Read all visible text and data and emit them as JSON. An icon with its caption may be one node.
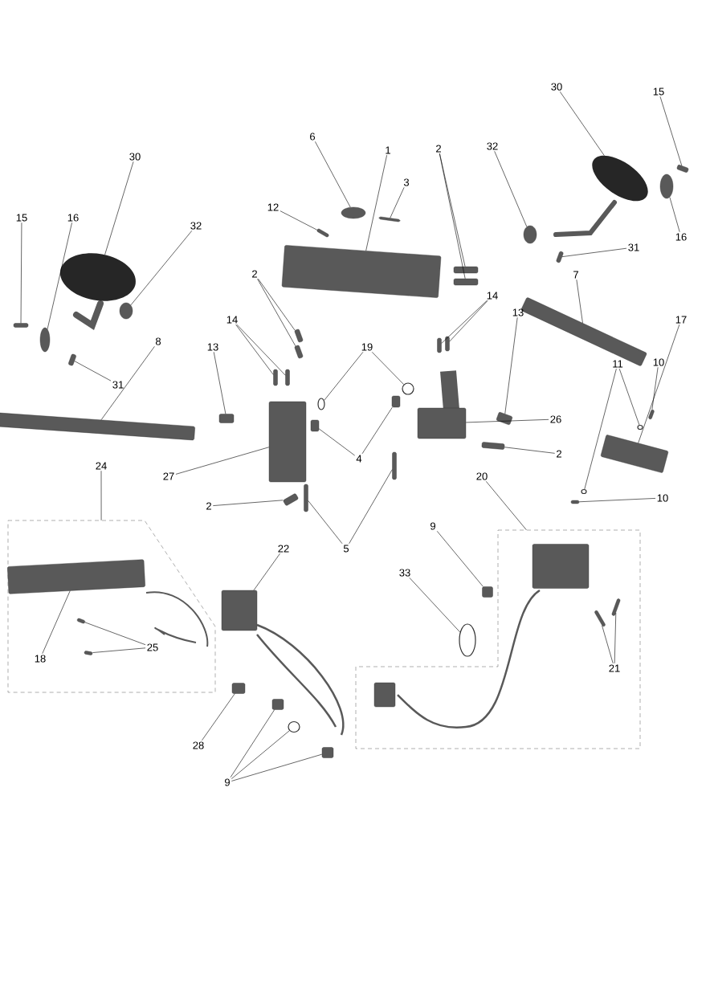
{
  "diagram": {
    "nodes": [
      {
        "text": [
          "6"
        ]
      },
      {
        "text": [
          "1"
        ]
      },
      {
        "text": [
          "2"
        ]
      },
      {
        "text": [
          "3"
        ]
      },
      {
        "text": [
          "12"
        ]
      },
      {
        "text": [
          "30"
        ]
      },
      {
        "text": [
          "15"
        ]
      },
      {
        "text": [
          "32"
        ]
      },
      {
        "text": [
          "16"
        ]
      },
      {
        "text": [
          "31"
        ]
      },
      {
        "text": [
          "30"
        ]
      },
      {
        "text": [
          "15"
        ]
      },
      {
        "text": [
          "16"
        ]
      },
      {
        "text": [
          "32"
        ]
      },
      {
        "text": [
          "31"
        ]
      },
      {
        "text": [
          "2"
        ]
      },
      {
        "text": [
          "14"
        ]
      },
      {
        "text": [
          "14"
        ]
      },
      {
        "text": [
          "13"
        ]
      },
      {
        "text": [
          "7"
        ]
      },
      {
        "text": [
          "17"
        ]
      },
      {
        "text": [
          "8"
        ]
      },
      {
        "text": [
          "13"
        ]
      },
      {
        "text": [
          "19"
        ]
      },
      {
        "text": [
          "11"
        ]
      },
      {
        "text": [
          "10"
        ]
      },
      {
        "text": [
          "26"
        ]
      },
      {
        "text": [
          "4"
        ]
      },
      {
        "text": [
          "2"
        ]
      },
      {
        "text": [
          "27"
        ]
      },
      {
        "text": [
          "2"
        ]
      },
      {
        "text": [
          "5"
        ]
      },
      {
        "text": [
          "10"
        ]
      },
      {
        "text": [
          "24"
        ]
      },
      {
        "text": [
          "20"
        ]
      },
      {
        "text": [
          "9"
        ]
      },
      {
        "text": [
          "22"
        ]
      },
      {
        "text": [
          "33"
        ]
      },
      {
        "text": [
          "28"
        ]
      },
      {
        "text": [
          "9"
        ]
      },
      {
        "text": [],
        "shape": "box"
      },
      {
        "text": [
          "18"
        ],
        "in": 40
      },
      {
        "text": [
          "25"
        ],
        "in": 40
      },
      {
        "text": [],
        "shape": "box"
      },
      {
        "text": [
          "21"
        ],
        "in": 43
      },
      {
        "text": [],
        "shape": "box"
      },
      {
        "text": [],
        "shape": "circle"
      },
      {
        "text": [],
        "shape": "box"
      },
      {
        "text": [],
        "shape": "box"
      },
      {
        "text": [],
        "shape": "box"
      },
      {
        "text": [],
        "shape": "box"
      },
      {
        "text": [],
        "shape": "picture"
      },
      {
        "text": [],
        "shape": "box"
      },
      {
        "text": [],
        "shape": "circle"
      },
      {
        "text": [],
        "shape": "circle"
      },
      {
        "text": [],
        "shape": "box"
      },
      {
        "text": [],
        "shape": "circle"
      },
      {
        "text": [],
        "shape": "box"
      },
      {
        "text": [],
        "shape": "circle"
      },
      {
        "text": [],
        "shape": "circle"
      },
      {
        "text": [],
        "shape": "box"
      },
      {
        "text": [],
        "shape": "box"
      },
      {
        "text": [],
        "shape": "box"
      },
      {
        "text": [],
        "shape": "box"
      },
      {
        "text": [],
        "shape": "box"
      },
      {
        "text": [],
        "shape": "box"
      },
      {
        "text": [],
        "shape": "box"
      },
      {
        "text": [],
        "shape": "box"
      },
      {
        "text": [],
        "shape": "box"
      },
      {
        "text": [],
        "shape": "box"
      },
      {
        "text": [],
        "shape": "box"
      },
      {
        "text": [],
        "shape": "box"
      },
      {
        "text": [],
        "shape": "circle"
      },
      {
        "text": [],
        "shape": "circle"
      },
      {
        "text": [],
        "shape": "circle"
      },
      {
        "text": [],
        "shape": "circle"
      },
      {
        "text": [],
        "shape": "box"
      },
      {
        "text": [],
        "shape": "box"
      },
      {
        "text": [],
        "shape": "box"
      },
      {
        "text": [],
        "shape": "box"
      },
      {
        "text": [],
        "shape": "box"
      },
      {
        "text": [],
        "shape": "box"
      },
      {
        "text": [],
        "shape": "box"
      },
      {
        "text": [],
        "shape": "box"
      },
      {
        "text": [],
        "shape": "box"
      },
      {
        "text": [],
        "shape": "box"
      },
      {
        "text": [],
        "shape": "box"
      },
      {
        "text": [],
        "shape": "box"
      },
      {
        "text": [],
        "shape": "circle"
      },
      {
        "text": [],
        "shape": "box"
      },
      {
        "text": [],
        "shape": "box"
      },
      {
        "text": [],
        "shape": "circle"
      },
      {
        "text": [],
        "shape": "box"
      },
      {
        "text": [],
        "shape": "box",
        "in": 40
      },
      {
        "text": [],
        "shape": "box",
        "in": 40
      },
      {
        "text": [],
        "shape": "box",
        "in": 40
      },
      {
        "text": [],
        "shape": "box",
        "in": 43
      },
      {
        "text": [],
        "shape": "box",
        "in": 43
      },
      {
        "text": [],
        "shape": "box",
        "in": 43
      }
    ],
    "edges": [
      {
        "from": 0,
        "to": 46,
        "arrow": "none"
      },
      {
        "from": 1,
        "to": 45,
        "arrow": "none"
      },
      {
        "from": 2,
        "to": 49,
        "arrow": "none"
      },
      {
        "from": 2,
        "to": 50,
        "arrow": "none"
      },
      {
        "from": 3,
        "to": 47,
        "arrow": "none"
      },
      {
        "from": 4,
        "to": 48,
        "arrow": "none"
      },
      {
        "from": 5,
        "to": 51,
        "arrow": "none"
      },
      {
        "from": 6,
        "to": 52,
        "arrow": "none"
      },
      {
        "from": 7,
        "to": 54,
        "arrow": "none"
      },
      {
        "from": 8,
        "to": 53,
        "arrow": "none"
      },
      {
        "from": 9,
        "to": 55,
        "arrow": "none"
      },
      {
        "from": 10,
        "to": 56,
        "arrow": "none"
      },
      {
        "from": 11,
        "to": 57,
        "arrow": "none"
      },
      {
        "from": 12,
        "to": 58,
        "arrow": "none"
      },
      {
        "from": 13,
        "to": 59,
        "arrow": "none"
      },
      {
        "from": 14,
        "to": 60,
        "arrow": "none"
      },
      {
        "from": 15,
        "to": 61,
        "arrow": "none"
      },
      {
        "from": 15,
        "to": 62,
        "arrow": "none"
      },
      {
        "from": 16,
        "to": 63,
        "arrow": "none"
      },
      {
        "from": 16,
        "to": 64,
        "arrow": "none"
      },
      {
        "from": 17,
        "to": 65,
        "arrow": "none"
      },
      {
        "from": 17,
        "to": 66,
        "arrow": "none"
      },
      {
        "from": 18,
        "to": 67,
        "arrow": "none"
      },
      {
        "from": 19,
        "to": 68,
        "arrow": "none"
      },
      {
        "from": 20,
        "to": 69,
        "arrow": "none"
      },
      {
        "from": 21,
        "to": 70,
        "arrow": "none"
      },
      {
        "from": 22,
        "to": 71,
        "arrow": "none"
      },
      {
        "from": 23,
        "to": 72,
        "arrow": "none"
      },
      {
        "from": 23,
        "to": 73,
        "arrow": "none"
      },
      {
        "from": 24,
        "to": 74,
        "arrow": "none"
      },
      {
        "from": 24,
        "to": 75,
        "arrow": "none"
      },
      {
        "from": 25,
        "to": 76,
        "arrow": "none"
      },
      {
        "from": 26,
        "to": 77,
        "arrow": "none"
      },
      {
        "from": 27,
        "to": 78,
        "arrow": "none"
      },
      {
        "from": 27,
        "to": 79,
        "arrow": "none"
      },
      {
        "from": 28,
        "to": 80,
        "arrow": "none"
      },
      {
        "from": 29,
        "to": 81,
        "arrow": "none"
      },
      {
        "from": 30,
        "to": 82,
        "arrow": "none"
      },
      {
        "from": 31,
        "to": 83,
        "arrow": "none"
      },
      {
        "from": 31,
        "to": 84,
        "arrow": "none"
      },
      {
        "from": 32,
        "to": 85,
        "arrow": "none"
      },
      {
        "from": 33,
        "to": 40,
        "arrow": "none"
      },
      {
        "from": 34,
        "to": 43,
        "arrow": "none"
      },
      {
        "from": 35,
        "to": 87,
        "arrow": "none"
      },
      {
        "from": 36,
        "to": 86,
        "arrow": "none"
      },
      {
        "from": 37,
        "to": 88,
        "arrow": "none"
      },
      {
        "from": 38,
        "to": 89,
        "arrow": "none"
      },
      {
        "from": 39,
        "to": 90,
        "arrow": "none"
      },
      {
        "from": 39,
        "to": 91,
        "arrow": "none"
      },
      {
        "from": 39,
        "to": 92,
        "arrow": "none"
      },
      {
        "from": 41,
        "to": 93,
        "arrow": "none"
      },
      {
        "from": 42,
        "to": 94,
        "arrow": "none"
      },
      {
        "from": 42,
        "to": 95,
        "arrow": "none"
      },
      {
        "from": 44,
        "to": 97,
        "arrow": "none"
      },
      {
        "from": 44,
        "to": 98,
        "arrow": "none"
      }
    ]
  }
}
